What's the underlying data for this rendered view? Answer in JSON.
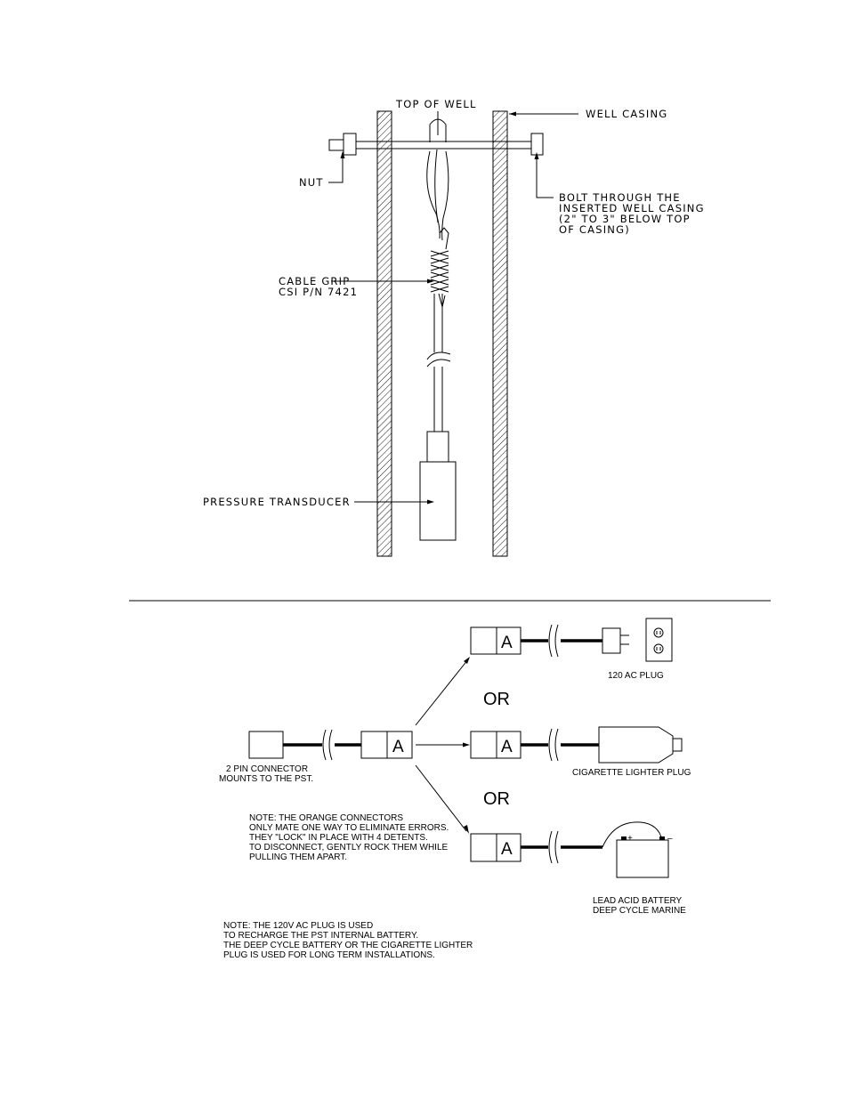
{
  "well_diagram": {
    "top_of_well": "TOP OF WELL",
    "well_casing": "WELL CASING",
    "nut": "NUT",
    "bolt": [
      "BOLT THROUGH THE",
      "INSERTED WELL CASING",
      "(2\" TO 3\" BELOW TOP",
      "OF CASING)"
    ],
    "cable_grip": [
      "CABLE GRIP",
      "CSI P/N 7421"
    ],
    "pressure_transducer": "PRESSURE TRANSDUCER"
  },
  "wiring_diagram": {
    "connector_letter": "A",
    "or_label": "OR",
    "ac_plug": "120 AC PLUG",
    "cigarette_plug": "CIGARETTE LIGHTER PLUG",
    "battery": [
      "LEAD ACID BATTERY",
      "DEEP CYCLE MARINE"
    ],
    "battery_plus": "+",
    "battery_minus": "–",
    "pin_connector": [
      "2 PIN CONNECTOR",
      "MOUNTS TO THE PST."
    ],
    "note_connectors": [
      "NOTE: THE ORANGE CONNECTORS",
      "ONLY MATE ONE WAY TO ELIMINATE ERRORS.",
      "THEY \"LOCK\" IN PLACE WITH 4 DETENTS.",
      "TO DISCONNECT, GENTLY ROCK THEM WHILE",
      "PULLING THEM APART."
    ],
    "note_plug": [
      "NOTE: THE 120V AC PLUG IS USED",
      "TO RECHARGE THE PST INTERNAL BATTERY.",
      "THE DEEP CYCLE BATTERY OR THE CIGARETTE LIGHTER",
      "PLUG IS USED FOR LONG TERM INSTALLATIONS."
    ]
  }
}
